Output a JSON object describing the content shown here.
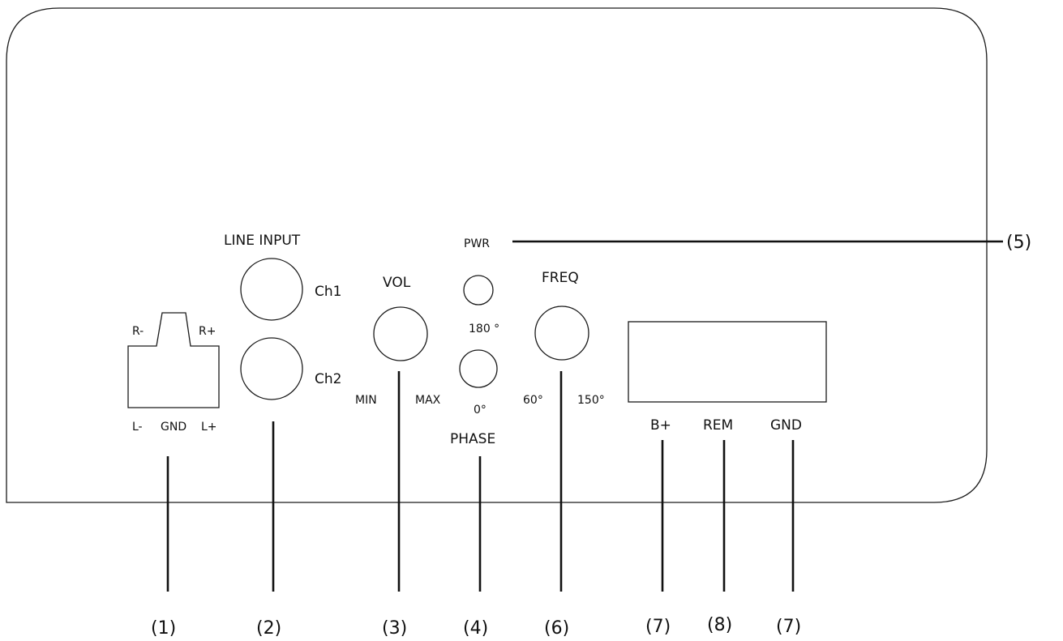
{
  "panel": {
    "speaker_terminal": {
      "r_minus": "R-",
      "r_plus": "R+",
      "l_minus": "L-",
      "gnd": "GND",
      "l_plus": "L+"
    },
    "line_input": {
      "title": "LINE INPUT",
      "ch1": "Ch1",
      "ch2": "Ch2"
    },
    "volume": {
      "title": "VOL",
      "min": "MIN",
      "max": "MAX"
    },
    "power": {
      "title": "PWR"
    },
    "phase": {
      "title": "PHASE",
      "deg180": "180 °",
      "deg0": "0°"
    },
    "frequency": {
      "title": "FREQ",
      "f60": "60°",
      "f150": "150°"
    },
    "power_block": {
      "b_plus": "B+",
      "rem": "REM",
      "gnd": "GND"
    }
  },
  "callouts": {
    "c1": "(1)",
    "c2": "(2)",
    "c3": "(3)",
    "c4": "(4)",
    "c5": "(5)",
    "c6": "(6)",
    "c7a": "(7)",
    "c8": "(8)",
    "c7b": "(7)"
  }
}
